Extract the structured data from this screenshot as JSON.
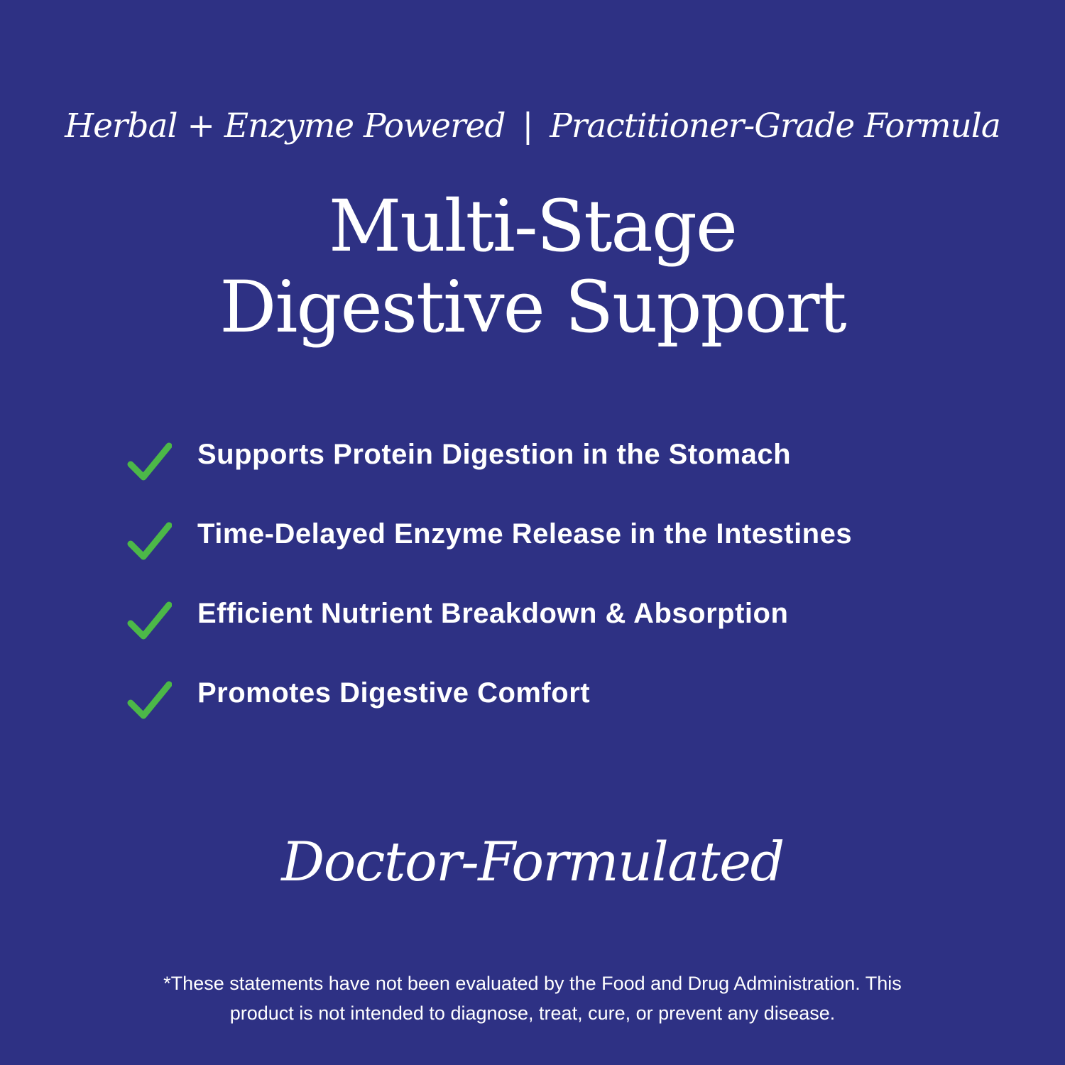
{
  "colors": {
    "background": "#2e3184",
    "text": "#ffffff",
    "check": "#4cb848"
  },
  "tagline": {
    "left": "Herbal + Enzyme Powered",
    "separator": "|",
    "right": "Practitioner-Grade Formula"
  },
  "headline": {
    "line1": "Multi-Stage",
    "line2": "Digestive Support"
  },
  "benefits": [
    {
      "icon": "check-icon",
      "text": "Supports Protein Digestion in the Stomach"
    },
    {
      "icon": "check-icon",
      "text": "Time-Delayed Enzyme Release in the Intestines"
    },
    {
      "icon": "check-icon",
      "text": "Efficient Nutrient Breakdown & Absorption"
    },
    {
      "icon": "check-icon",
      "text": "Promotes Digestive Comfort"
    }
  ],
  "signoff": "Doctor-Formulated",
  "disclaimer": {
    "line1": "*These statements have not been evaluated by the Food and Drug Administration. This",
    "line2": "product is not intended to diagnose, treat, cure, or prevent any disease."
  }
}
